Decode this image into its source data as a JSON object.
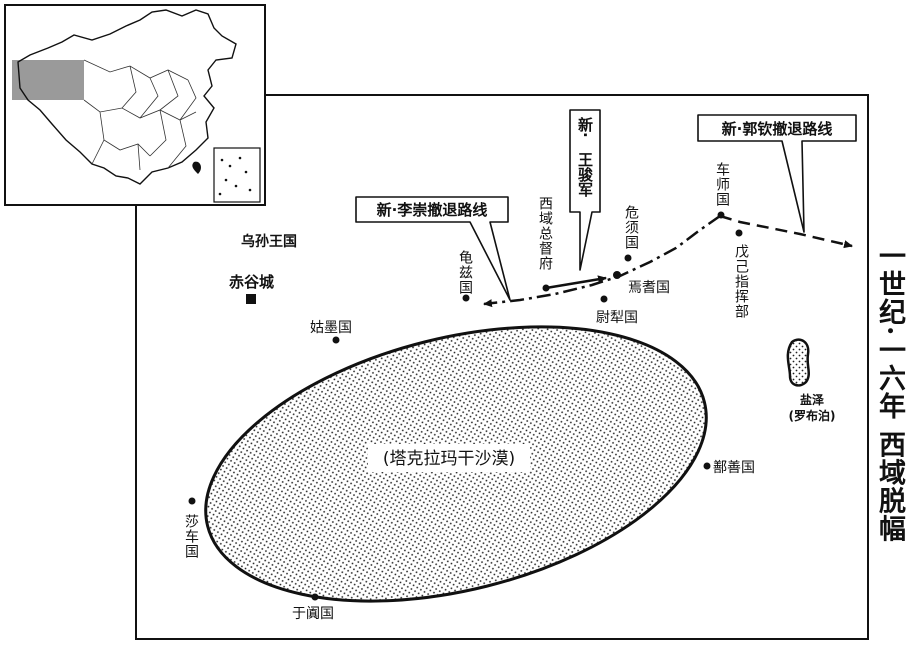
{
  "title": "一世纪·一六年 西域脱幅",
  "places": {
    "wusun": "乌孙王国",
    "chigu": "赤谷城",
    "qiuci": "龟兹国",
    "xiyu_duhu": "西域总督府",
    "weixu": "危须国",
    "yanqi": "焉耆国",
    "weili": "尉犁国",
    "cheshi": "车师国",
    "wuji": "戊己指挥部",
    "gumo": "姑墨国",
    "desert": "(塔克拉玛干沙漠)",
    "shanshan": "鄯善国",
    "shache": "莎车国",
    "yutian": "于阗国",
    "lake": "盐泽",
    "lake_alt": "(罗布泊)"
  },
  "callouts": {
    "lichong": "新·李崇撤退路线",
    "wangjun_1": "新·",
    "wangjun_2": "王骏军",
    "guoqin": "新·郭钦撤退路线"
  },
  "colors": {
    "ink": "#111111",
    "inset_highlight": "#9a9a9a"
  }
}
